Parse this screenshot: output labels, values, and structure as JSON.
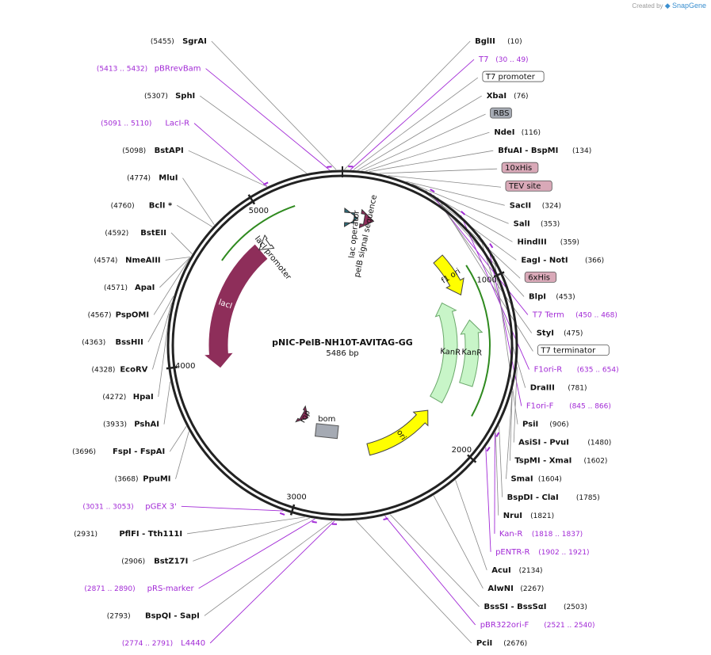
{
  "credit": {
    "prefix": "Created by",
    "brand": "SnapGene"
  },
  "plasmid": {
    "name": "pNIC-PelB-NH10T-AVITAG-GG",
    "size_label": "5486 bp",
    "length": 5486
  },
  "ruler": [
    "1000",
    "2000",
    "3000",
    "4000",
    "5000"
  ],
  "colors": {
    "primer": "#a22ad6",
    "laci": "#8e2e5a",
    "kanr": "#c8f5c8",
    "ori": "#ffff00",
    "bom": "#a5aab3",
    "tag": "#d9a9b8",
    "green": "#2f8a1f"
  },
  "sites": [
    {
      "name": "BglII",
      "pos": "(10)",
      "bp": 10
    },
    {
      "name": "XbaI",
      "pos": "(76)",
      "bp": 76
    },
    {
      "name": "NdeI",
      "pos": "(116)",
      "bp": 116
    },
    {
      "name": "BfuAI - BspMI",
      "pos": "(134)",
      "bp": 134
    },
    {
      "name": "SacII",
      "pos": "(324)",
      "bp": 324
    },
    {
      "name": "SalI",
      "pos": "(353)",
      "bp": 353
    },
    {
      "name": "HindIII",
      "pos": "(359)",
      "bp": 359
    },
    {
      "name": "EagI - NotI",
      "pos": "(366)",
      "bp": 366
    },
    {
      "name": "BlpI",
      "pos": "(453)",
      "bp": 453
    },
    {
      "name": "StyI",
      "pos": "(475)",
      "bp": 475
    },
    {
      "name": "DraIII",
      "pos": "(781)",
      "bp": 781
    },
    {
      "name": "PsiI",
      "pos": "(906)",
      "bp": 906
    },
    {
      "name": "AsiSI - PvuI",
      "pos": "(1480)",
      "bp": 1480
    },
    {
      "name": "TspMI - XmaI",
      "pos": "(1602)",
      "bp": 1602
    },
    {
      "name": "SmaI",
      "pos": "(1604)",
      "bp": 1604
    },
    {
      "name": "BspDI - ClaI",
      "pos": "(1785)",
      "bp": 1785
    },
    {
      "name": "NruI",
      "pos": "(1821)",
      "bp": 1821
    },
    {
      "name": "AcuI",
      "pos": "(2134)",
      "bp": 2134
    },
    {
      "name": "AlwNI",
      "pos": "(2267)",
      "bp": 2267
    },
    {
      "name": "BssSI - BssSαI",
      "pos": "(2503)",
      "bp": 2503
    },
    {
      "name": "PciI",
      "pos": "(2676)",
      "bp": 2676
    },
    {
      "name": "BspQI - SapI",
      "pos": "(2793)",
      "bp": 2793
    },
    {
      "name": "BstZ17I",
      "pos": "(2906)",
      "bp": 2906
    },
    {
      "name": "PflFI - Tth111I",
      "pos": "(2931)",
      "bp": 2931
    },
    {
      "name": "PpuMI",
      "pos": "(3668)",
      "bp": 3668
    },
    {
      "name": "FspI - FspAI",
      "pos": "(3696)",
      "bp": 3696
    },
    {
      "name": "PshAI",
      "pos": "(3933)",
      "bp": 3933
    },
    {
      "name": "HpaI",
      "pos": "(4272)",
      "bp": 4272
    },
    {
      "name": "EcoRV",
      "pos": "(4328)",
      "bp": 4328
    },
    {
      "name": "BssHII",
      "pos": "(4363)",
      "bp": 4363
    },
    {
      "name": "PspOMI",
      "pos": "(4567)",
      "bp": 4567
    },
    {
      "name": "ApaI",
      "pos": "(4571)",
      "bp": 4571
    },
    {
      "name": "NmeAIII",
      "pos": "(4574)",
      "bp": 4574
    },
    {
      "name": "BstEII",
      "pos": "(4592)",
      "bp": 4592
    },
    {
      "name": "BclI *",
      "pos": "(4760)",
      "bp": 4760
    },
    {
      "name": "MluI",
      "pos": "(4774)",
      "bp": 4774
    },
    {
      "name": "BstAPI",
      "pos": "(5098)",
      "bp": 5098
    },
    {
      "name": "SphI",
      "pos": "(5307)",
      "bp": 5307
    },
    {
      "name": "SgrAI",
      "pos": "(5455)",
      "bp": 5455
    }
  ],
  "primers": [
    {
      "name": "T7",
      "pos": "(30 .. 49)",
      "bp": 40
    },
    {
      "name": "T7 Term",
      "pos": "(450 .. 468)",
      "bp": 459
    },
    {
      "name": "F1ori-R",
      "pos": "(635 .. 654)",
      "bp": 645
    },
    {
      "name": "F1ori-F",
      "pos": "(845 .. 866)",
      "bp": 856
    },
    {
      "name": "Kan-R",
      "pos": "(1818 .. 1837)",
      "bp": 1828
    },
    {
      "name": "pENTR-R",
      "pos": "(1902 .. 1921)",
      "bp": 1912
    },
    {
      "name": "pBR322ori-F",
      "pos": "(2521 .. 2540)",
      "bp": 2530
    },
    {
      "name": "L4440",
      "pos": "(2774 .. 2791)",
      "bp": 2782
    },
    {
      "name": "pRS-marker",
      "pos": "(2871 .. 2890)",
      "bp": 2880
    },
    {
      "name": "pGEX 3'",
      "pos": "(3031 .. 3053)",
      "bp": 3042
    },
    {
      "name": "LacI-R",
      "pos": "(5091 .. 5110)",
      "bp": 5100
    },
    {
      "name": "pBRrevBam",
      "pos": "(5413 .. 5432)",
      "bp": 5422
    }
  ],
  "boxed_labels": [
    {
      "name": "T7 promoter",
      "bp": 55
    },
    {
      "name": "RBS",
      "bp": 95
    },
    {
      "name": "10xHis",
      "bp": 185
    },
    {
      "name": "TEV site",
      "bp": 230
    },
    {
      "name": "6xHis",
      "bp": 430
    },
    {
      "name": "T7 terminator",
      "bp": 500
    }
  ],
  "features": [
    {
      "name": "lacI",
      "start": 3960,
      "end": 4860,
      "strand": "-"
    },
    {
      "name": "lacI promoter",
      "start": 4860,
      "end": 4940,
      "strand": "-"
    },
    {
      "name": "lac operator",
      "start": 80,
      "end": 105,
      "strand": "+"
    },
    {
      "name": "pelB signal sequence",
      "start": 150,
      "end": 215,
      "strand": "+"
    },
    {
      "name": "f1 ori",
      "start": 730,
      "end": 1020,
      "strand": "+"
    },
    {
      "name": "KanR",
      "start": 1020,
      "end": 1830,
      "strand": "-"
    },
    {
      "name": "KanR",
      "start": 1200,
      "end": 1640,
      "strand": "-"
    },
    {
      "name": "ori",
      "start": 1940,
      "end": 2530,
      "strand": "-"
    },
    {
      "name": "bom",
      "start": 2850,
      "end": 2950,
      "strand": ""
    },
    {
      "name": "rop",
      "start": 3130,
      "end": 3200,
      "strand": "-"
    }
  ]
}
